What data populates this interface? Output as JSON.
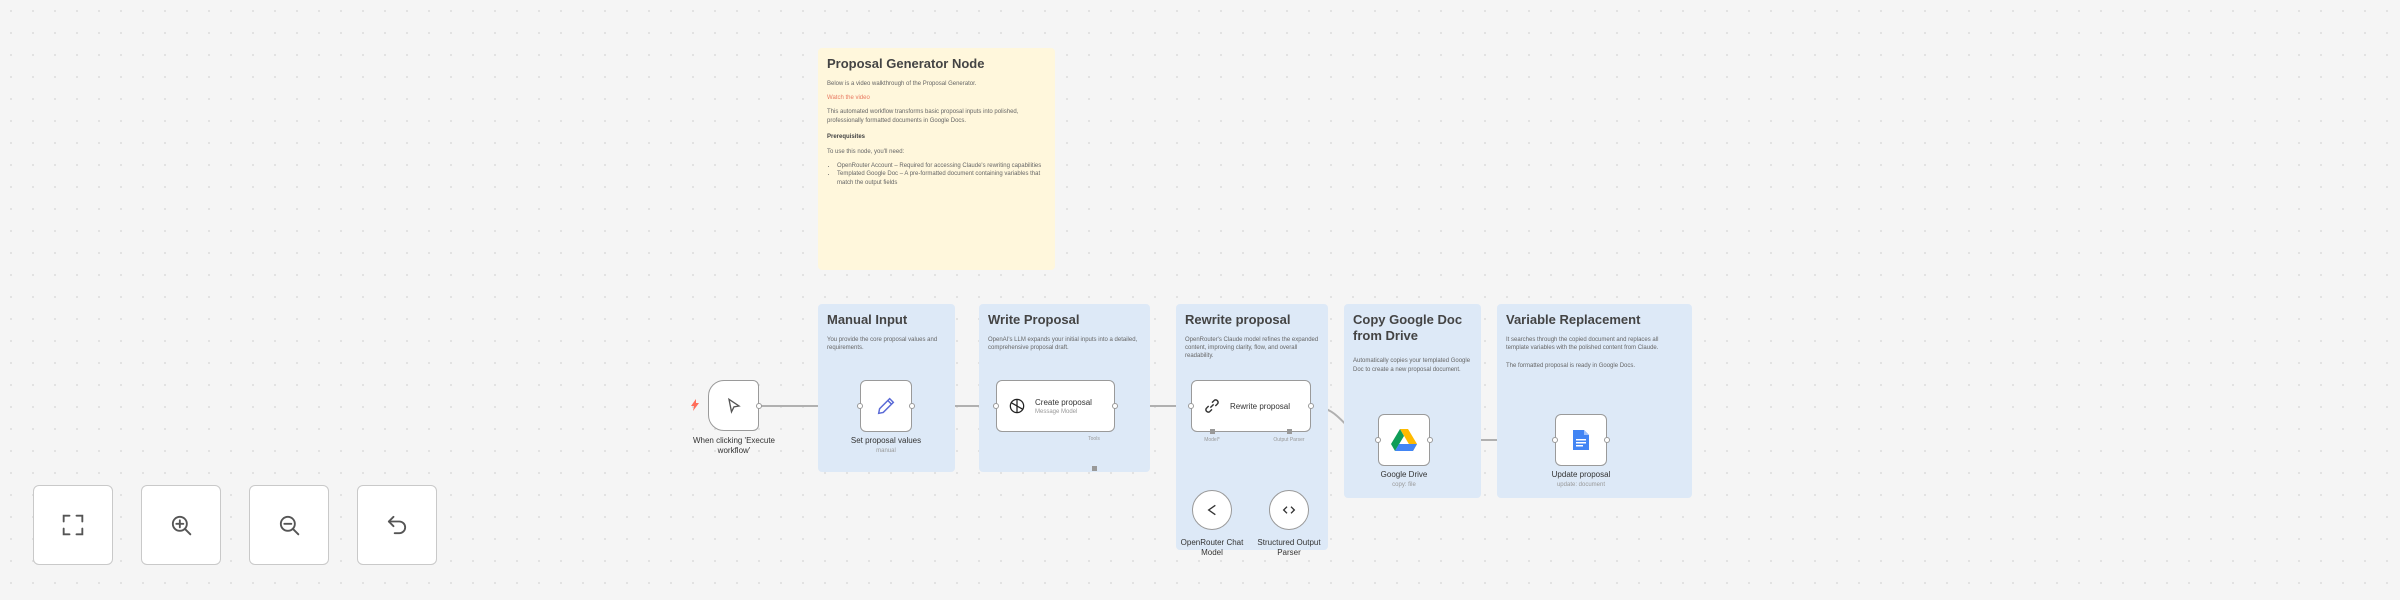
{
  "intro_note": {
    "title": "Proposal Generator Node",
    "line1": "Below is a video walkthrough of the Proposal Generator.",
    "link": "Watch the video",
    "line2": "This automated workflow transforms basic proposal inputs into polished, professionally formatted documents in Google Docs.",
    "prereq_title": "Prerequisites",
    "prereq_intro": "To use this node, you'll need:",
    "prereq_items": [
      "OpenRouter Account – Required for accessing Claude's rewriting capabilities",
      "Templated Google Doc – A pre-formatted document containing variables that match the output fields"
    ]
  },
  "sections": {
    "manual": {
      "title": "Manual Input",
      "desc": "You provide the core proposal values and requirements."
    },
    "write": {
      "title": "Write Proposal",
      "desc": "OpenAI's LLM expands your initial inputs into a detailed, comprehensive proposal draft."
    },
    "rewrite": {
      "title": "Rewrite proposal",
      "desc": "OpenRouter's Claude model refines the expanded content, improving clarity, flow, and overall readability."
    },
    "copy": {
      "title": "Copy Google Doc from Drive",
      "desc": "Automatically copies your templated Google Doc to create a new proposal document."
    },
    "variable": {
      "title": "Variable Replacement",
      "desc1": "It searches through the copied document and replaces all template variables with the polished content from Claude.",
      "desc2": "The formatted proposal is ready in Google Docs."
    }
  },
  "nodes": {
    "trigger": {
      "label": "When clicking 'Execute workflow'"
    },
    "set": {
      "label": "Set proposal values",
      "sub": "manual"
    },
    "create": {
      "title": "Create proposal",
      "sub": "Message Model"
    },
    "rewrite": {
      "title": "Rewrite proposal"
    },
    "drive": {
      "label": "Google Drive",
      "sub": "copy: file"
    },
    "docs": {
      "label": "Update proposal",
      "sub": "update: document"
    },
    "chat_model": {
      "label": "OpenRouter Chat Model"
    },
    "parser": {
      "label": "Structured Output Parser"
    }
  },
  "ports": {
    "tools": "Tools",
    "model": "Model*",
    "output_parser": "Output Parser"
  },
  "controls": {
    "fit": "fit-view-icon",
    "zoom_in": "zoom-in-icon",
    "zoom_out": "zoom-out-icon",
    "reset": "reset-zoom-icon"
  },
  "colors": {
    "note_yellow": "#fff7dc",
    "note_blue": "#dde9f7",
    "trigger_accent": "#ff6d5a",
    "link": "#e8785f"
  }
}
